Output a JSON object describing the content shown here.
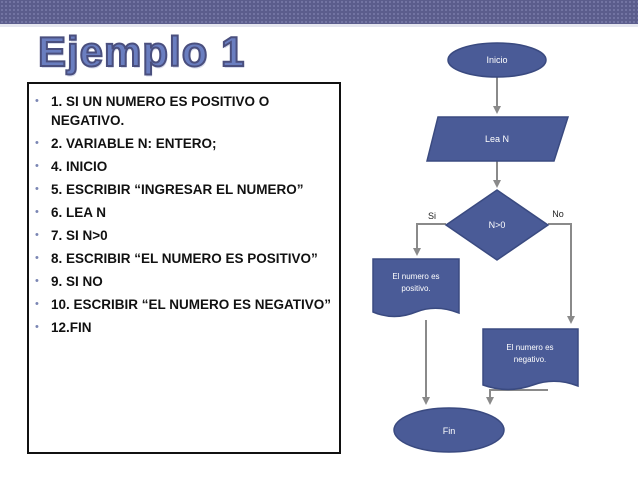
{
  "title": "Ejemplo 1",
  "list": {
    "items": [
      "1. SI UN NUMERO ES POSITIVO O NEGATIVO.",
      "2. VARIABLE N: ENTERO;",
      "4. INICIO",
      "5. ESCRIBIR “INGRESAR EL NUMERO”",
      "6. LEA N",
      "7. SI N>0",
      "8. ESCRIBIR “EL NUMERO ES POSITIVO”",
      "9. SI NO",
      "10. ESCRIBIR “EL NUMERO ES NEGATIVO”",
      "12.FIN"
    ]
  },
  "flowchart": {
    "start": "Inicio",
    "input": "Lea N",
    "decision": "N>0",
    "yes": "Si",
    "no": "No",
    "output_positive_1": "El numero es",
    "output_positive_2": "positivo.",
    "output_negative_1": "El numero es",
    "output_negative_2": "negativo.",
    "end": "Fin"
  },
  "colors": {
    "shape_fill": "#4a5b97",
    "shape_stroke": "#3a4a80",
    "arrow": "#8a8a8a",
    "header_band": "#5b5d8c",
    "title": "#6a7ec0"
  }
}
